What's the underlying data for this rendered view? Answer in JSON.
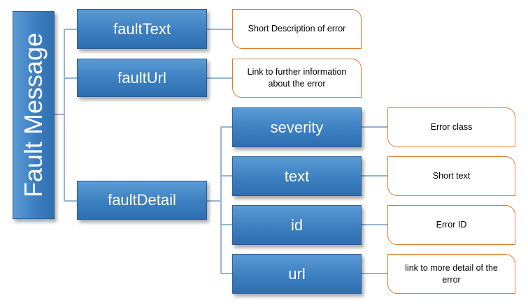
{
  "root": {
    "label": "Fault Message"
  },
  "nodes": {
    "faultText": "faultText",
    "faultUrl": "faultUrl",
    "faultDetail": "faultDetail",
    "severity": "severity",
    "text": "text",
    "id": "id",
    "url": "url"
  },
  "descriptions": {
    "faultText": "Short Description of error",
    "faultUrl": "Link to further information about the error",
    "severity": "Error class",
    "text": "Short text",
    "id": "Error ID",
    "url": "link to more detail of the error"
  },
  "colors": {
    "node_fill": "#4a8bcf",
    "node_border": "#2c5f94",
    "connector": "#95b3d7",
    "note_border": "#e07b2c"
  }
}
